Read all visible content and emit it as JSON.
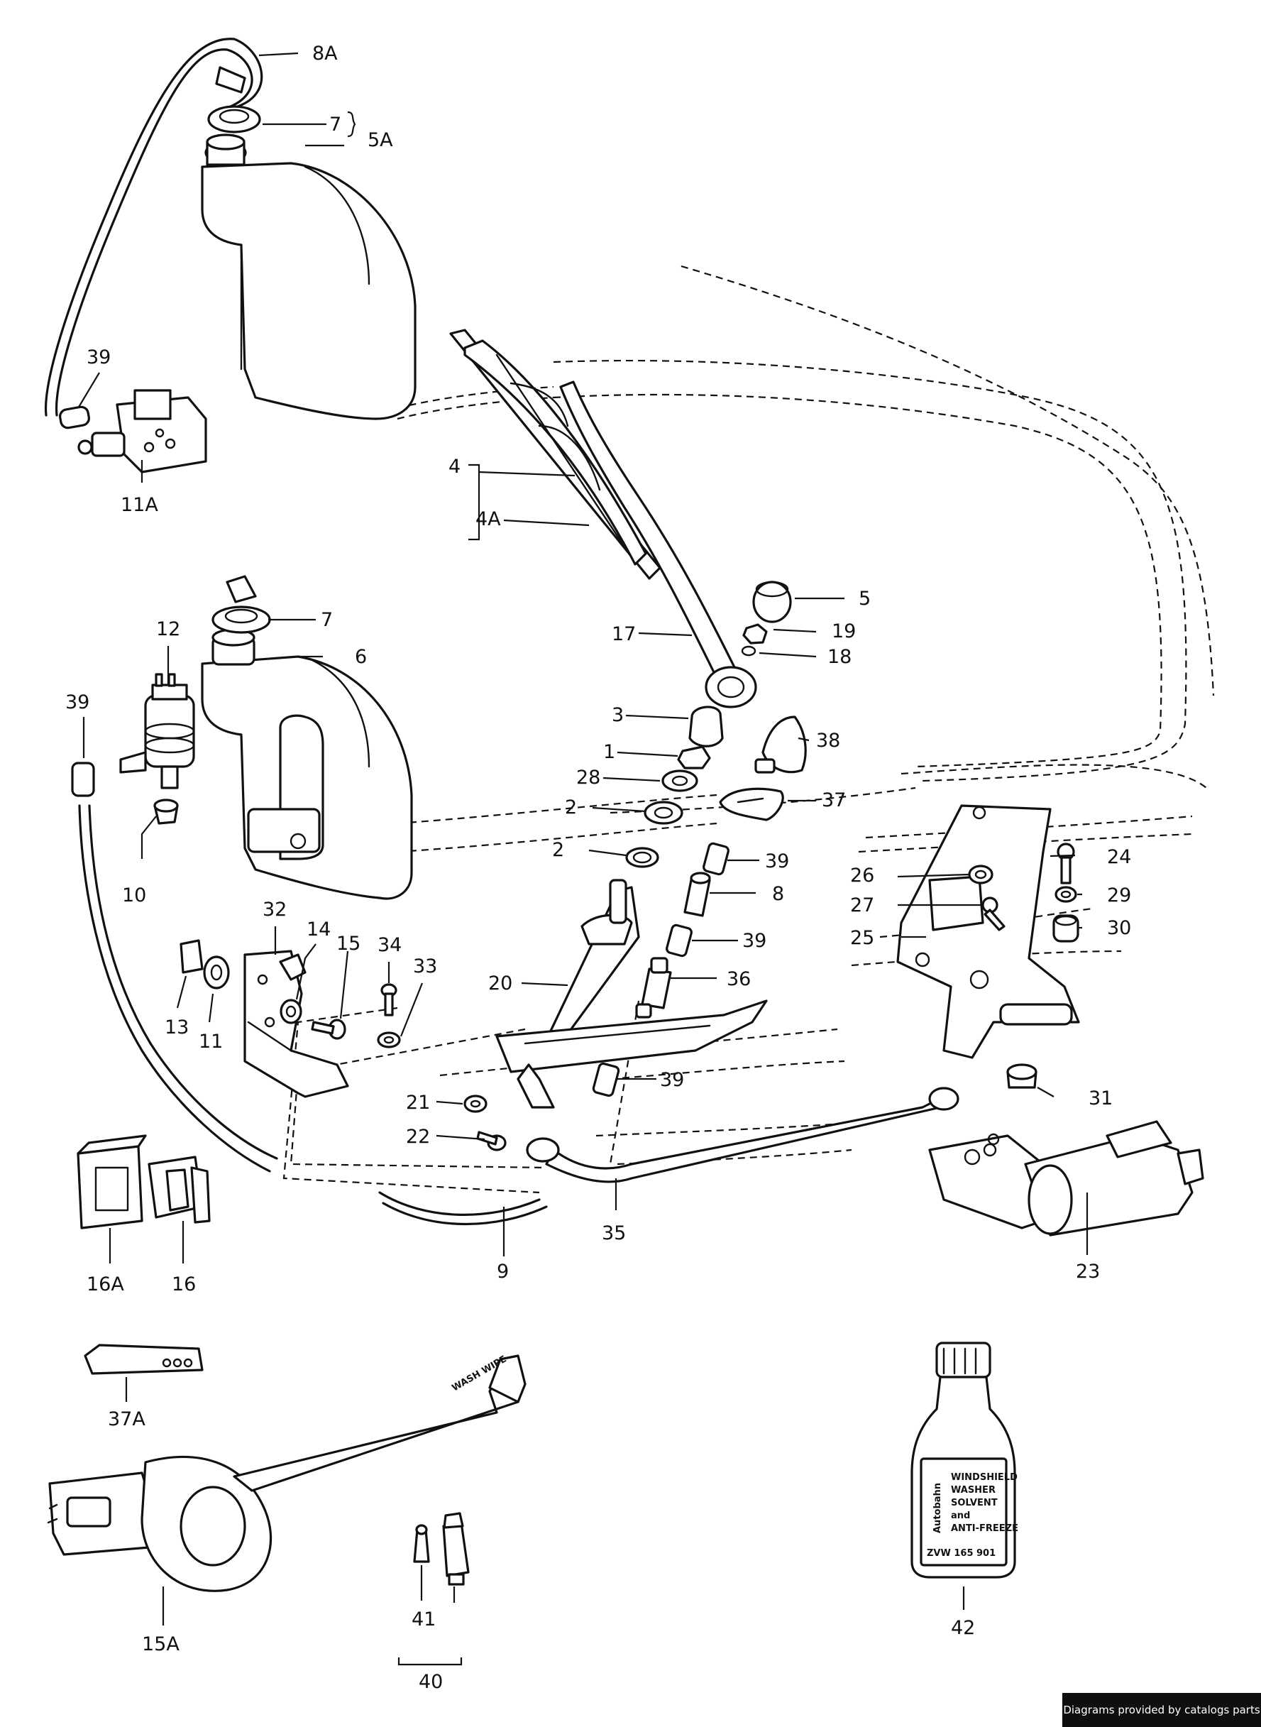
{
  "callouts": {
    "c8A": "8A",
    "c7a": "7",
    "c5A": "5A",
    "c39a": "39",
    "c11A": "11A",
    "c4": "4",
    "c4A": "4A",
    "c5": "5",
    "c19": "19",
    "c18": "18",
    "c17": "17",
    "c12": "12",
    "c7b": "7",
    "c6": "6",
    "c39b": "39",
    "c10": "10",
    "c3": "3",
    "c1": "1",
    "c28": "28",
    "c2a": "2",
    "c2b": "2",
    "c38": "38",
    "c37": "37",
    "c39c": "39",
    "c8": "8",
    "c39d": "39",
    "c36": "36",
    "c39e": "39",
    "c24": "24",
    "c26": "26",
    "c29": "29",
    "c27": "27",
    "c30": "30",
    "c25": "25",
    "c31": "31",
    "c32": "32",
    "c14": "14",
    "c15": "15",
    "c34": "34",
    "c33": "33",
    "c13": "13",
    "c11": "11",
    "c20": "20",
    "c21": "21",
    "c22": "22",
    "c35": "35",
    "c9": "9",
    "c23": "23",
    "c16A": "16A",
    "c16": "16",
    "c37A": "37A",
    "c15A": "15A",
    "c41": "41",
    "c40": "40",
    "c42": "42"
  },
  "bottle_label": {
    "brand": "Autobahn",
    "line1": "WINDSHIELD",
    "line2": "WASHER",
    "line3": "SOLVENT",
    "line4": "and",
    "line5": "ANTI-FREEZE",
    "part_number": "ZVW 165 901"
  },
  "stalk_text": "WASH WIPE",
  "credit": "Diagrams provided by catalogs parts"
}
